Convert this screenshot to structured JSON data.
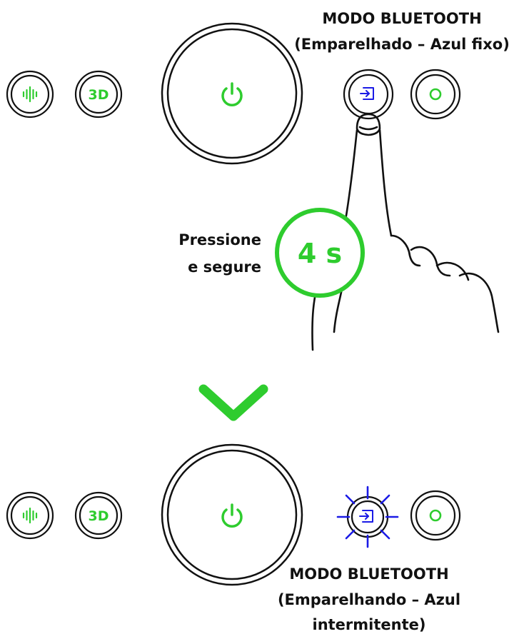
{
  "colors": {
    "accent_green": "#2ecc2e",
    "bluetooth_blue": "#1a1ae6",
    "outline": "#111111"
  },
  "top": {
    "mode_label_line1": "MODO BLUETOOTH",
    "mode_label_line2": "(Emparelhado – Azul fixo)",
    "buttons": {
      "sound_icon": "sound-wave-icon",
      "three_d_label": "3D",
      "power_icon": "power-icon",
      "source_icon": "input-source-icon",
      "circle_icon": "ring-icon"
    }
  },
  "instruction": {
    "line1": "Pressione",
    "line2": "e segure",
    "hold_time": "4 s"
  },
  "transition_icon": "chevron-down-icon",
  "bottom": {
    "mode_label_line1": "MODO BLUETOOTH",
    "mode_label_line2": "(Emparelhando – Azul",
    "mode_label_line3": "intermitente)",
    "buttons": {
      "sound_icon": "sound-wave-icon",
      "three_d_label": "3D",
      "power_icon": "power-icon",
      "source_icon": "input-source-icon",
      "circle_icon": "ring-icon"
    }
  }
}
